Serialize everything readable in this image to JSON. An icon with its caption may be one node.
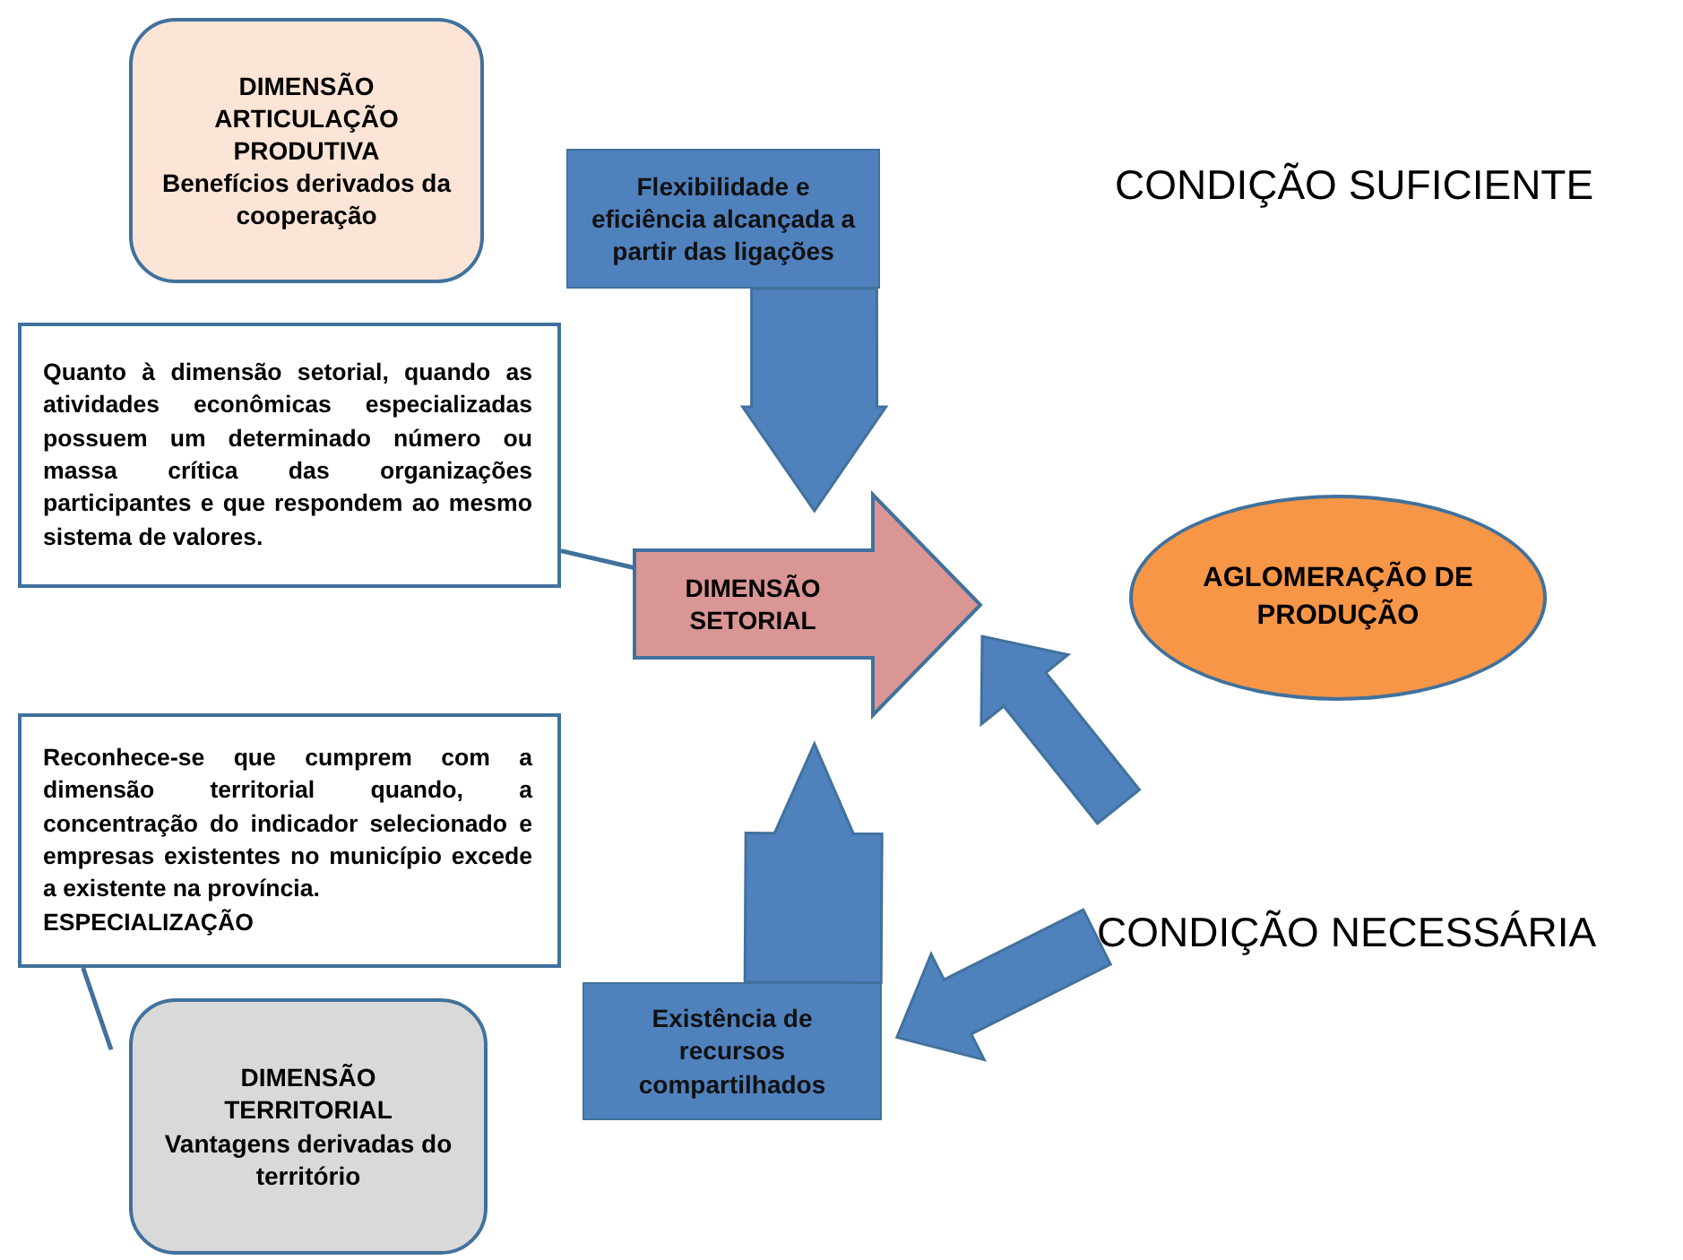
{
  "diagram": {
    "nodes": [
      {
        "text": [
          "DIMENSÃO ARTICULAÇÃO PRODUTIVA",
          "Benefícios derivados da cooperação"
        ]
      },
      {
        "text": [
          "Flexibilidade e eficiência alcançada a partir das ligações"
        ]
      },
      {
        "text": [
          "Quanto à dimensão setorial, quando as atividades econômicas especializadas possuem um determinado número ou massa crítica das organizações participantes e que respondem ao mesmo sistema de valores."
        ]
      },
      {
        "text": [
          "DIMENSÃO SETORIAL"
        ]
      },
      {
        "text": [
          "AGLOMERAÇÃO DE PRODUÇÃO"
        ]
      },
      {
        "text": [
          "Reconhece-se que cumprem com a dimensão territorial quando, a concentração do indicador selecionado e empresas existentes no município excede a existente na província.",
          "ESPECIALIZAÇÃO"
        ]
      },
      {
        "text": [
          "Existência de recursos compartilhados"
        ]
      },
      {
        "text": [
          "DIMENSÃO TERRITORIAL",
          "Vantagens derivadas do território"
        ]
      },
      {
        "text": [
          "CONDIÇÃO NECESSÁRIA"
        ]
      }
    ],
    "edges": [
      {
        "from": 1,
        "to": 3,
        "arrow": "to",
        "style": "thick",
        "color": "#4f81bd"
      },
      {
        "from": 6,
        "to": 3,
        "arrow": "to",
        "style": "thick",
        "color": "#4f81bd"
      },
      {
        "from": null,
        "to": 3,
        "arrow": "to",
        "style": "thick",
        "color": "#4f81bd"
      },
      {
        "from": 8,
        "to": 6,
        "arrow": "to",
        "style": "thick",
        "color": "#4f81bd"
      },
      {
        "from": 2,
        "to": 3,
        "arrow": "none"
      },
      {
        "from": 5,
        "to": 7,
        "arrow": "none"
      }
    ],
    "labels": [
      "CONDIÇÃO SUFICIENTE"
    ]
  }
}
